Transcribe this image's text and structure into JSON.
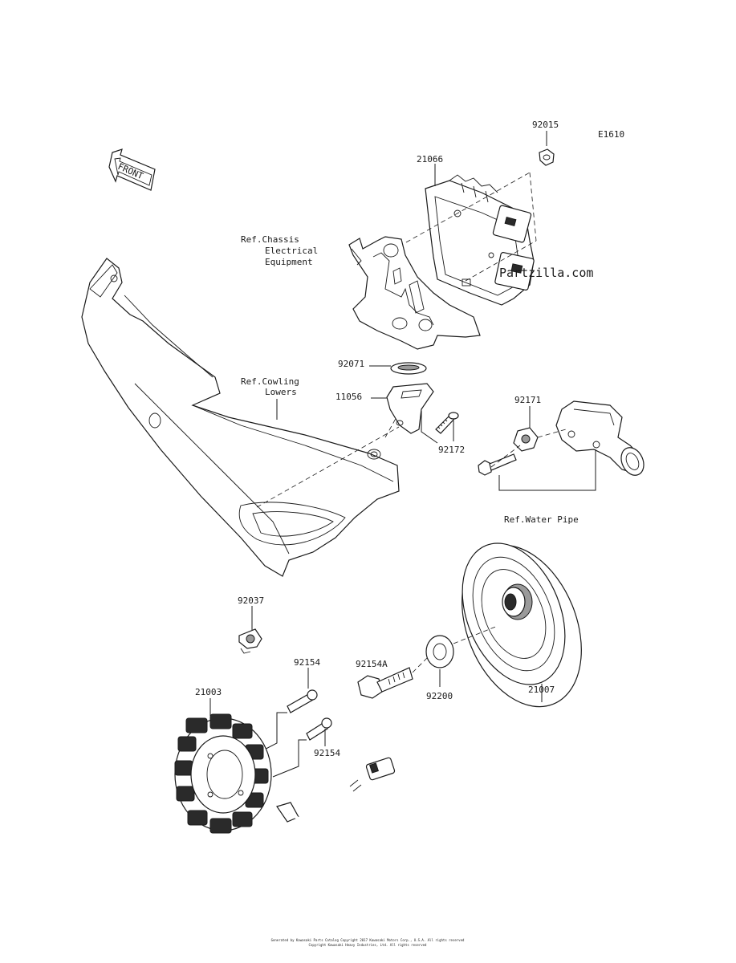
{
  "diagram_code": "E1610",
  "front_arrow_label": "FRONT",
  "watermark": "Partzilla.com",
  "copyright": [
    "Generated by Kawasaki Parts Catalog Copyright 2017 Kawasaki Motors Corp., U.S.A. All rights reserved",
    "Copyright Kawasaki Heavy Industries, Ltd. All rights reserved"
  ],
  "part_labels": {
    "p92015": "92015",
    "p21066": "21066",
    "p92071": "92071",
    "p11056": "11056",
    "p92172": "92172",
    "p92171": "92171",
    "p92037": "92037",
    "p92154A": "92154A",
    "p92154_top": "92154",
    "p92154_lower": "92154",
    "p92200": "92200",
    "p21007": "21007",
    "p21003": "21003"
  },
  "references": {
    "chassis": [
      "Ref.Chassis",
      "Electrical",
      "Equipment"
    ],
    "cowling": [
      "Ref.Cowling",
      "Lowers"
    ],
    "water_pipe": "Ref.Water Pipe"
  },
  "colors": {
    "line": "#1a1a1a",
    "background": "#ffffff",
    "watermark": "#bdbdbd"
  }
}
